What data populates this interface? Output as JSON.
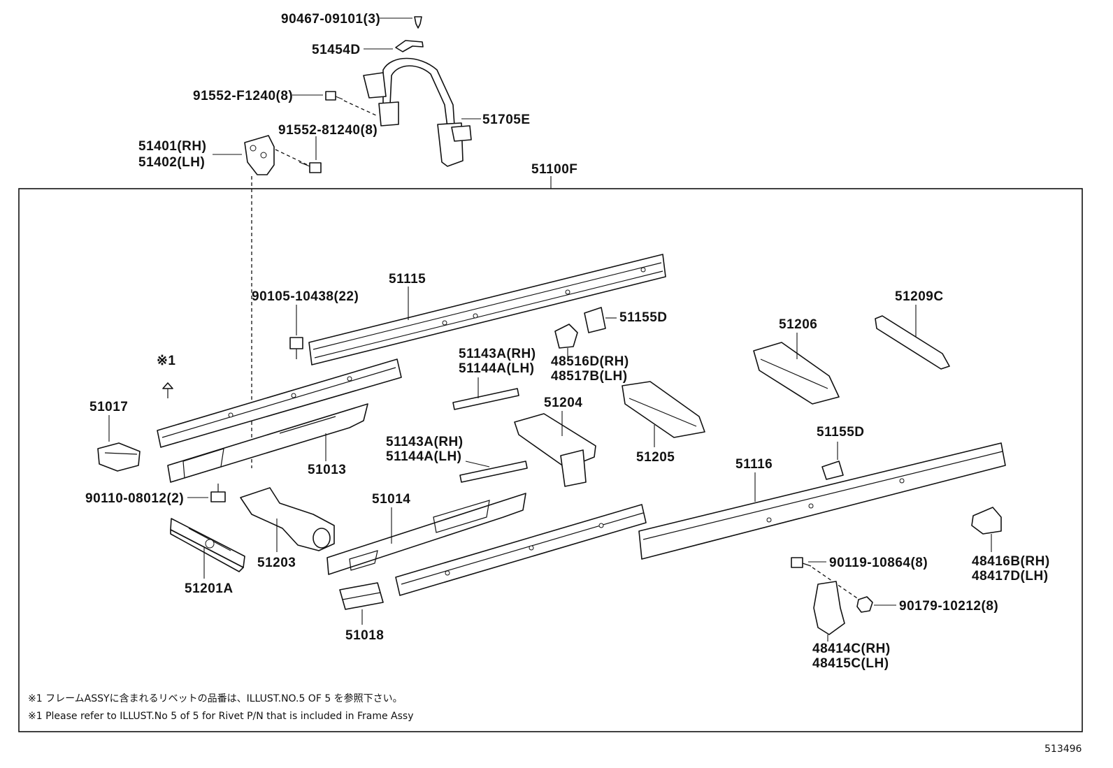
{
  "diagram": {
    "callouts": {
      "p90467": "90467-09101(3)",
      "p51454D": "51454D",
      "p91552a": "91552-F1240(8)",
      "p91552b": "91552-81240(8)",
      "p51705E": "51705E",
      "p51401": "51401(RH)",
      "p51402": "51402(LH)",
      "p51100F": "51100F",
      "p51115": "51115",
      "p90105": "90105-10438(22)",
      "p51155D_a": "51155D",
      "p51206": "51206",
      "p51209C": "51209C",
      "p48516D": "48516D(RH)",
      "p48517B": "48517B(LH)",
      "p51143A_a": "51143A(RH)",
      "p51144A_a": "51144A(LH)",
      "pstar1": "※1",
      "p51017": "51017",
      "p51204": "51204",
      "p51143A_b": "51143A(RH)",
      "p51144A_b": "51144A(LH)",
      "p51013": "51013",
      "p51205": "51205",
      "p51155D_b": "51155D",
      "p51116": "51116",
      "p90110": "90110-08012(2)",
      "p51014": "51014",
      "p51203": "51203",
      "p51201A": "51201A",
      "p90119": "90119-10864(8)",
      "p48416B": "48416B(RH)",
      "p48417D": "48417D(LH)",
      "p90179": "90179-10212(8)",
      "p51018": "51018",
      "p48414C": "48414C(RH)",
      "p48415C": "48415C(LH)"
    },
    "notes": {
      "jp": "※1  フレームASSYに含まれるリベットの品番は、ILLUST.NO.5  OF  5  を参照下さい。",
      "en": "※1  Please refer to ILLUST.No 5 of 5 for Rivet P/N that is included in Frame Assy"
    },
    "illustration_number": "513496"
  }
}
